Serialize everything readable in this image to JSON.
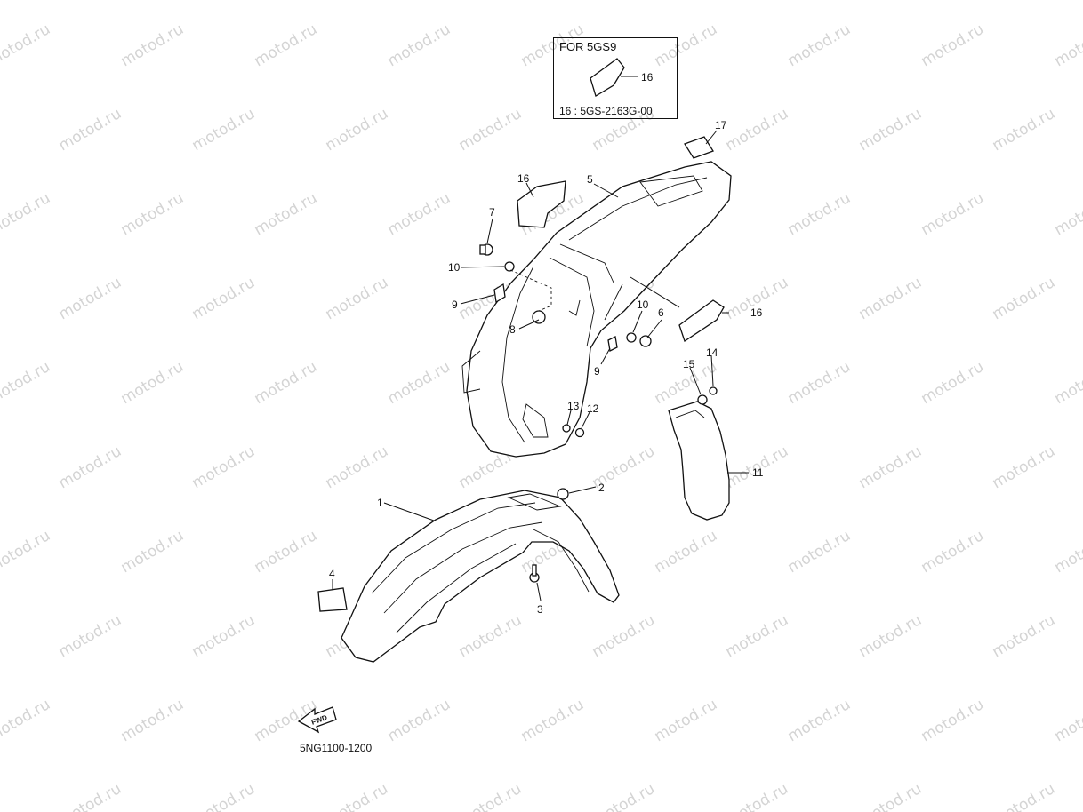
{
  "watermark": "motod.ru",
  "inset": {
    "title": "FOR 5GS9",
    "part_number": "16 : 5GS-2163G-00",
    "callout": "16"
  },
  "diagram_code": "5NG1100-1200",
  "fwd_label": "FWD",
  "callouts": [
    "1",
    "2",
    "3",
    "4",
    "5",
    "6",
    "7",
    "8",
    "9",
    "9",
    "10",
    "10",
    "11",
    "12",
    "13",
    "14",
    "15",
    "16",
    "16",
    "17"
  ]
}
